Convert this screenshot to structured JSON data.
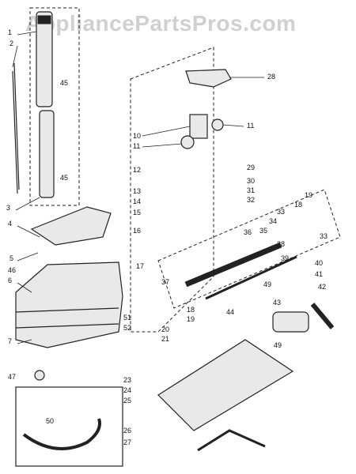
{
  "diagram": {
    "watermark": "AppliancePartsPros.com",
    "part_numbers": [
      "1",
      "2",
      "3",
      "4",
      "5",
      "6",
      "7",
      "10",
      "11",
      "11",
      "12",
      "13",
      "14",
      "15",
      "16",
      "17",
      "18",
      "18",
      "19",
      "19",
      "20",
      "21",
      "23",
      "24",
      "25",
      "26",
      "27",
      "28",
      "29",
      "30",
      "31",
      "32",
      "33",
      "33",
      "34",
      "35",
      "36",
      "37",
      "38",
      "39",
      "40",
      "41",
      "42",
      "43",
      "44",
      "45",
      "45",
      "46",
      "47",
      "49",
      "49",
      "50",
      "51",
      "52"
    ]
  }
}
